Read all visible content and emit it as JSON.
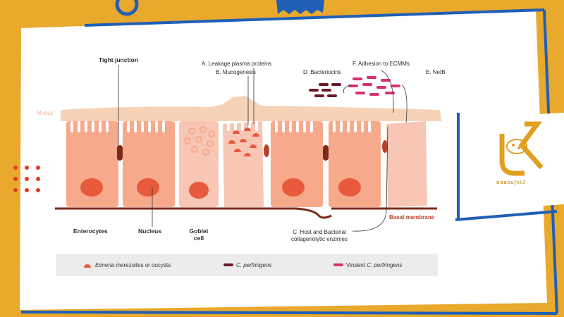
{
  "labels": {
    "tight_junction": "Tight junction",
    "a": "A. Leakage plasma proteins",
    "b": "B. Mucogenesis",
    "d": "D. Bacteriocins",
    "f": "F. Adhesion to ECMMs",
    "e": "E. NetB",
    "mucus": "Mucus",
    "enterocytes": "Enterocytes",
    "nucleus": "Nucleus",
    "goblet": "Goblet",
    "goblet2": "cell",
    "c1": "C. Host and Bacterial",
    "c2": "collagenolytic enzimes",
    "basal": "Basal membrane"
  },
  "legend": {
    "eimeria_name": "Eimeria",
    "eimeria_rest": " merezoites or oocysts",
    "cp": "C. perfringens",
    "virulent_pre": "Virulent ",
    "virulent_name": "C. perfringens"
  },
  "colors": {
    "background": "#e8a92c",
    "card": "#ffffff",
    "mucus": "#f6d3b6",
    "cell": "#f7a98b",
    "goblet": "#f7c6b4",
    "nucleus": "#e85a3c",
    "basal": "#7a2a1a",
    "cp": "#6b1a2a",
    "virulent": "#d6336c",
    "accent_blue": "#1f5fb8"
  },
  "brand": {
    "logo_text": "K",
    "logo_caption": "ooaɔuʃɔIJ"
  }
}
